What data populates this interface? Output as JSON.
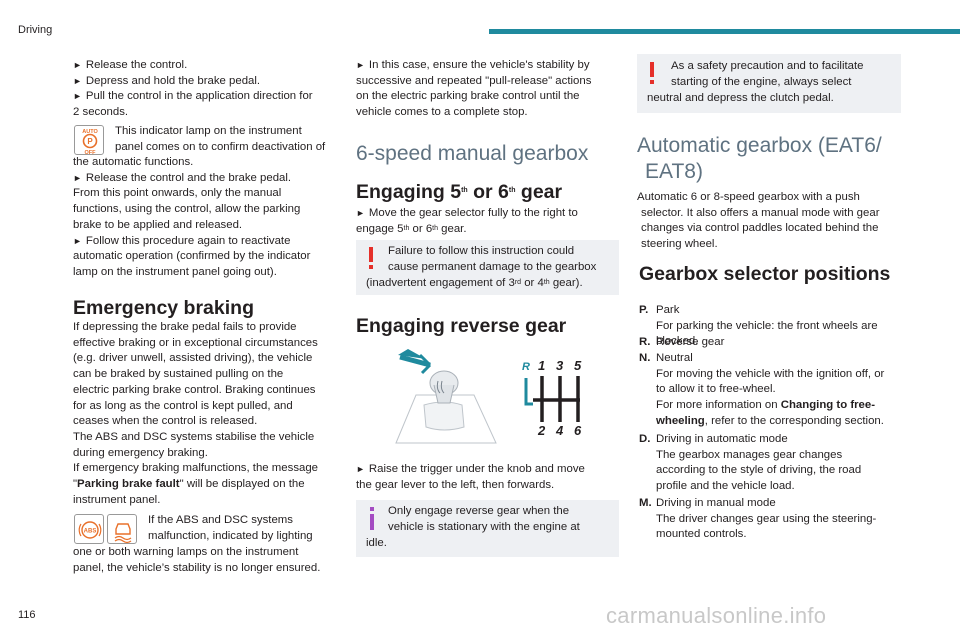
{
  "header": {
    "section_title": "Driving",
    "page_number": "116",
    "watermark": "carmanualsonline.info",
    "accent_color": "#1f8a9e"
  },
  "col1": {
    "lines_a": [
      "Release the control.",
      "Depress and hold the brake pedal.",
      "Pull the control in the application direction for",
      "2 seconds."
    ],
    "lamp1_text": [
      "This indicator lamp on the instrument",
      "panel comes on to confirm deactivation of",
      "the automatic functions."
    ],
    "lamp1_label_top": "AUTO",
    "lamp1_label_bottom": "OFF",
    "lines_b": [
      "Release the control and the brake pedal.",
      "From this point onwards, only the manual",
      "functions, using the control, allow the parking",
      "brake to be applied and released.",
      "Follow this procedure again to reactivate",
      "automatic operation (confirmed by the indicator",
      "lamp on the instrument panel going out)."
    ],
    "emergency_heading": "Emergency braking",
    "emergency_lines": [
      "If depressing the brake pedal fails to provide",
      "effective braking or in exceptional circumstances",
      "(e.g. driver unwell, assisted driving), the vehicle",
      "can be braked by sustained pulling on the",
      "electric parking brake control. Braking continues",
      "for as long as the control is kept pulled, and",
      "ceases when the control is released.",
      "The ABS and DSC systems stabilise the vehicle",
      "during emergency braking.",
      "If emergency braking malfunctions, the message"
    ],
    "fault_quote_open": "\"",
    "fault_bold": "Parking brake fault",
    "fault_rest": "\" will be displayed on the",
    "fault_line2": "instrument panel.",
    "abs_label": "ABS",
    "lamp2_text": [
      "If the ABS and DSC systems",
      "malfunction, indicated by lighting",
      "one or both warning lamps on the instrument",
      "panel, the vehicle’s stability is no longer ensured."
    ]
  },
  "col2": {
    "intro_lines": [
      "In this case, ensure the vehicle's stability by",
      "successive and repeated \"pull-release\" actions",
      "on the electric parking brake control until the",
      "vehicle comes to a complete stop."
    ],
    "manual_heading": "6-speed manual gearbox",
    "gear56_heading": "Engaging 5",
    "gear56_sup1": "th",
    "gear56_mid": " or 6",
    "gear56_sup2": "th",
    "gear56_end": " gear",
    "move_line1": "Move the gear selector fully to the right to",
    "move_a": "engage 5",
    "move_sup1": "th",
    "move_b": " or 6",
    "move_sup2": "th",
    "move_c": " gear.",
    "warning_lines": [
      "Failure to follow this instruction could",
      "cause permanent damage to the gearbox"
    ],
    "warning_a": "(inadvertent engagement of 3",
    "warning_sup1": "rd",
    "warning_b": " or 4",
    "warning_sup2": "th",
    "warning_c": " gear).",
    "reverse_heading": "Engaging reverse gear",
    "shift_top": [
      "R",
      "1",
      "3",
      "5"
    ],
    "shift_bottom": [
      "2",
      "4",
      "6"
    ],
    "reverse_lines": [
      "Raise the trigger under the knob and move",
      "the gear lever to the left, then forwards."
    ],
    "info_lines": [
      "Only engage reverse gear when the",
      "vehicle is stationary with the engine at",
      "idle."
    ]
  },
  "col3": {
    "safety_lines": [
      "As a safety precaution and to facilitate",
      "starting of the engine, always select",
      "neutral and depress the clutch pedal."
    ],
    "auto_heading_1": "Automatic gearbox (EAT6/",
    "auto_heading_2": "EAT8)",
    "auto_lines": [
      "Automatic 6 or 8-speed gearbox with a push",
      "selector. It also offers a manual mode with gear",
      "changes via control paddles located behind the",
      "steering wheel."
    ],
    "positions_heading": "Gearbox selector positions",
    "positions": [
      {
        "key": "P.",
        "lines": [
          "Park",
          "For parking the vehicle: the front wheels are",
          "blocked."
        ]
      },
      {
        "key": "R.",
        "lines": [
          "Reverse gear"
        ]
      },
      {
        "key": "N.",
        "lines": [
          "Neutral",
          "For moving the vehicle with the ignition off, or",
          "to allow it to free-wheel."
        ]
      },
      {
        "key": "D.",
        "lines": [
          "Driving in automatic mode",
          "The gearbox manages gear changes",
          "according to the style of driving, the road",
          "profile and the vehicle load."
        ]
      },
      {
        "key": "M.",
        "lines": [
          "Driving in manual mode",
          "The driver changes gear using the steering-",
          "mounted controls."
        ]
      }
    ],
    "n_ref_a": "For more information on ",
    "n_ref_bold_1": "Changing to free-",
    "n_ref_bold_2": "wheeling",
    "n_ref_b": ", refer to the corresponding section."
  },
  "colors": {
    "note_bg": "#eef0f3",
    "warn": "#e5302a",
    "info": "#a44cc2",
    "heading_grey": "#5f7281"
  }
}
